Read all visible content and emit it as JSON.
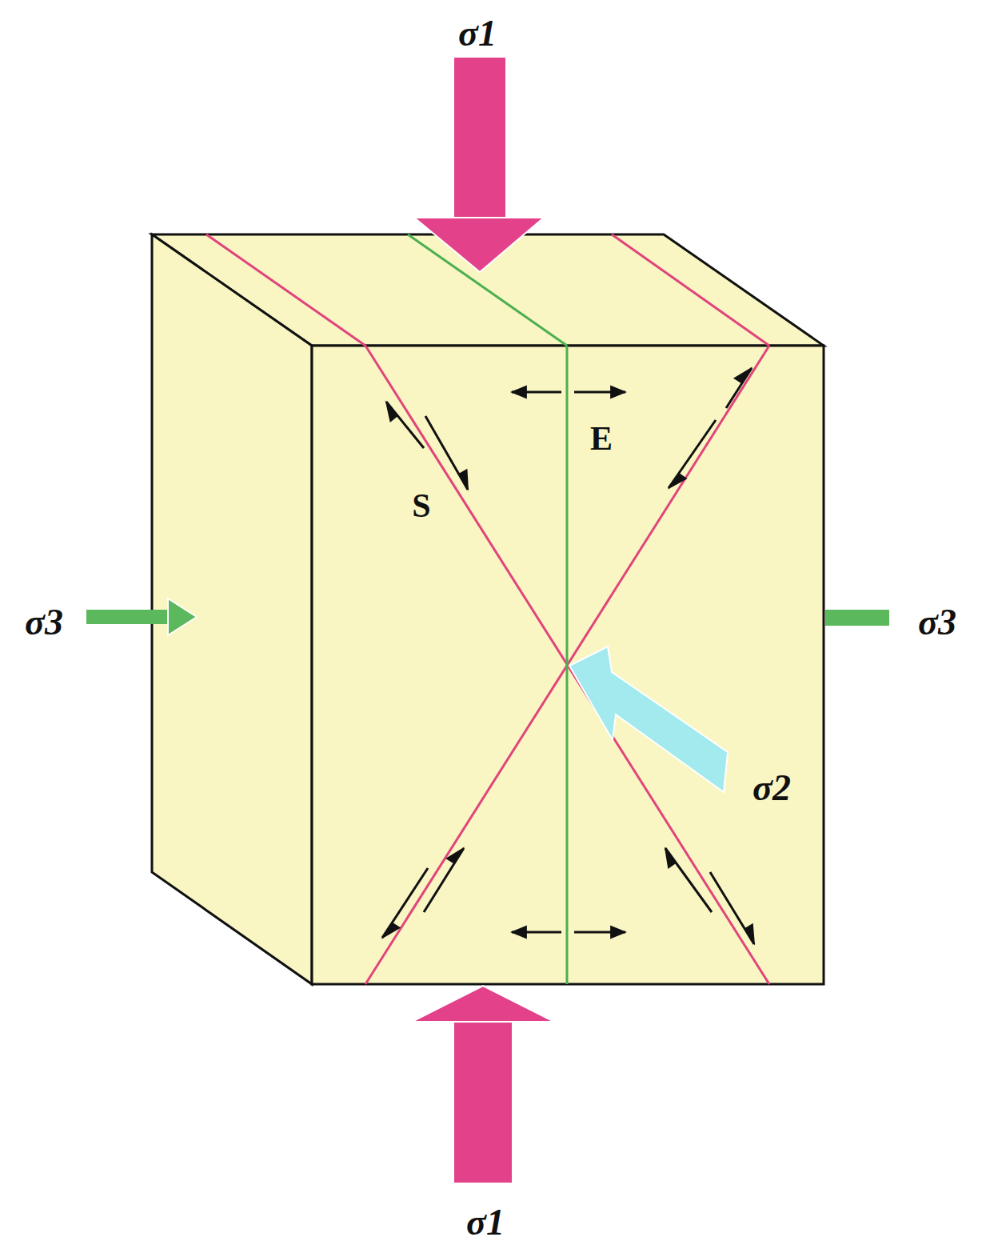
{
  "diagram": {
    "labels": [
      "σ1",
      "E",
      "S",
      "σ3",
      "σ3",
      "σ2",
      "σ1"
    ]
  }
}
